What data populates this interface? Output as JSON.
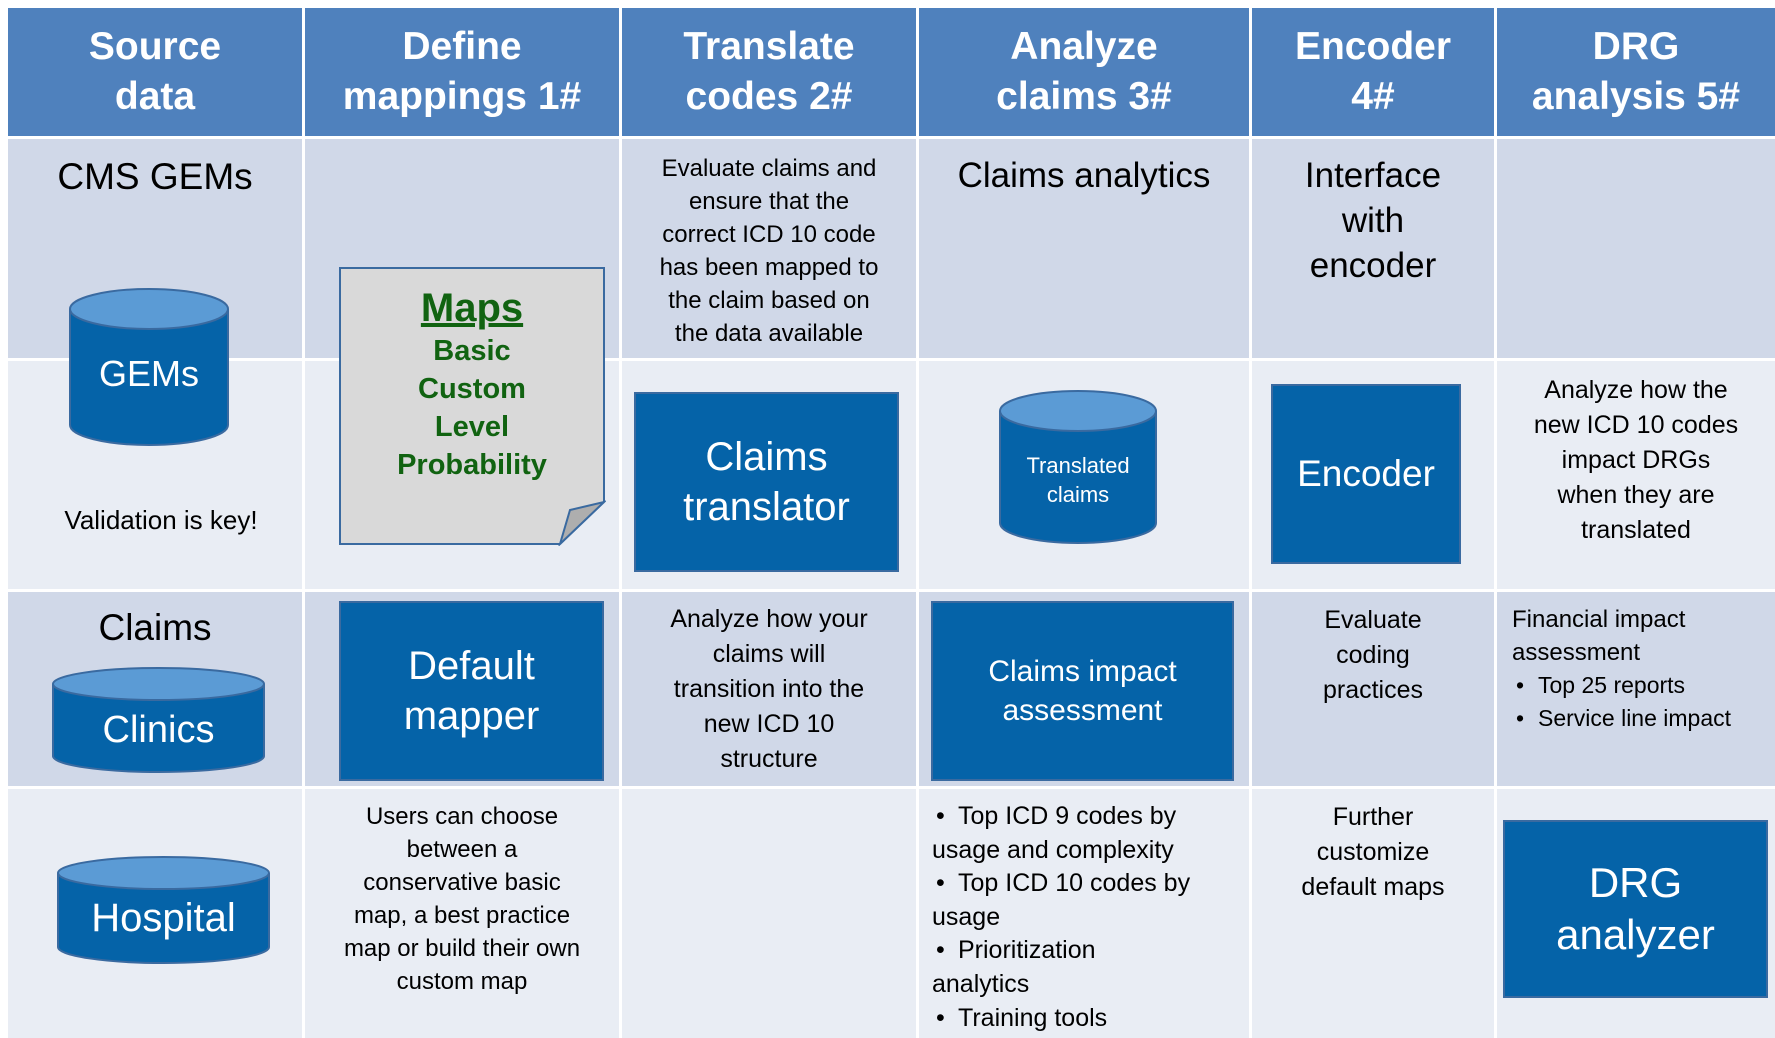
{
  "headers": [
    {
      "line1": "Source",
      "line2": "data"
    },
    {
      "line1": "Define",
      "line2": "mappings 1#"
    },
    {
      "line1": "Translate",
      "line2": "codes 2#"
    },
    {
      "line1": "Analyze",
      "line2": "claims 3#"
    },
    {
      "line1": "Encoder",
      "line2": "4#"
    },
    {
      "line1": "DRG",
      "line2": "analysis 5#"
    }
  ],
  "source": {
    "cms_gems": "CMS GEMs",
    "gems_db": "GEMs",
    "validation": "Validation is key!",
    "claims": "Claims",
    "clinics_db": "Clinics",
    "hospital_db": "Hospital"
  },
  "mappings": {
    "maps_title": "Maps",
    "maps_items": [
      "Basic",
      "Custom",
      "Level",
      "Probability"
    ],
    "default_mapper": [
      "Default",
      "mapper"
    ],
    "users_note": [
      "Users can choose",
      "between a",
      "conservative  basic",
      "map, a best practice",
      "map or build their own",
      "custom map"
    ]
  },
  "translate": {
    "evaluate": [
      "Evaluate claims and",
      "ensure that the",
      "correct ICD 10 code",
      "has been mapped to",
      "the claim based on",
      "the data available"
    ],
    "claims_translator": [
      "Claims",
      "translator"
    ],
    "analyze": [
      "Analyze how your",
      "claims will",
      "transition into the",
      "new ICD 10",
      "structure"
    ]
  },
  "analyze": {
    "claims_analytics": "Claims analytics",
    "translated_claims": [
      "Translated",
      "claims"
    ],
    "claims_impact": [
      "Claims impact",
      "assessment"
    ],
    "bullets": [
      [
        "Top ICD 9 codes by",
        "usage and complexity"
      ],
      [
        "Top ICD 10 codes by",
        "usage"
      ],
      [
        "Prioritization",
        "analytics"
      ],
      [
        "Training tools"
      ]
    ]
  },
  "encoder": {
    "interface": [
      "Interface",
      "with",
      "encoder"
    ],
    "encoder_box": "Encoder",
    "evaluate": [
      "Evaluate",
      "coding",
      "practices"
    ],
    "further": [
      "Further",
      "customize",
      "default maps"
    ]
  },
  "drg": {
    "analyze_note": [
      "Analyze how the",
      "new ICD 10 codes",
      "impact DRGs",
      "when they are",
      "translated"
    ],
    "financial_title": [
      "Financial impact",
      "assessment"
    ],
    "financial_bullets": [
      "Top 25 reports",
      "Service line impact"
    ],
    "drg_analyzer": [
      "DRG",
      "analyzer"
    ]
  },
  "colors": {
    "header": "#4f81bd",
    "row_dark": "#d0d8e8",
    "row_light": "#e9edf4",
    "box_blue": "#0563a8",
    "cylinder": "#0563a8",
    "cylinder_top": "#5b9bd5",
    "maps_green": "#116311"
  }
}
